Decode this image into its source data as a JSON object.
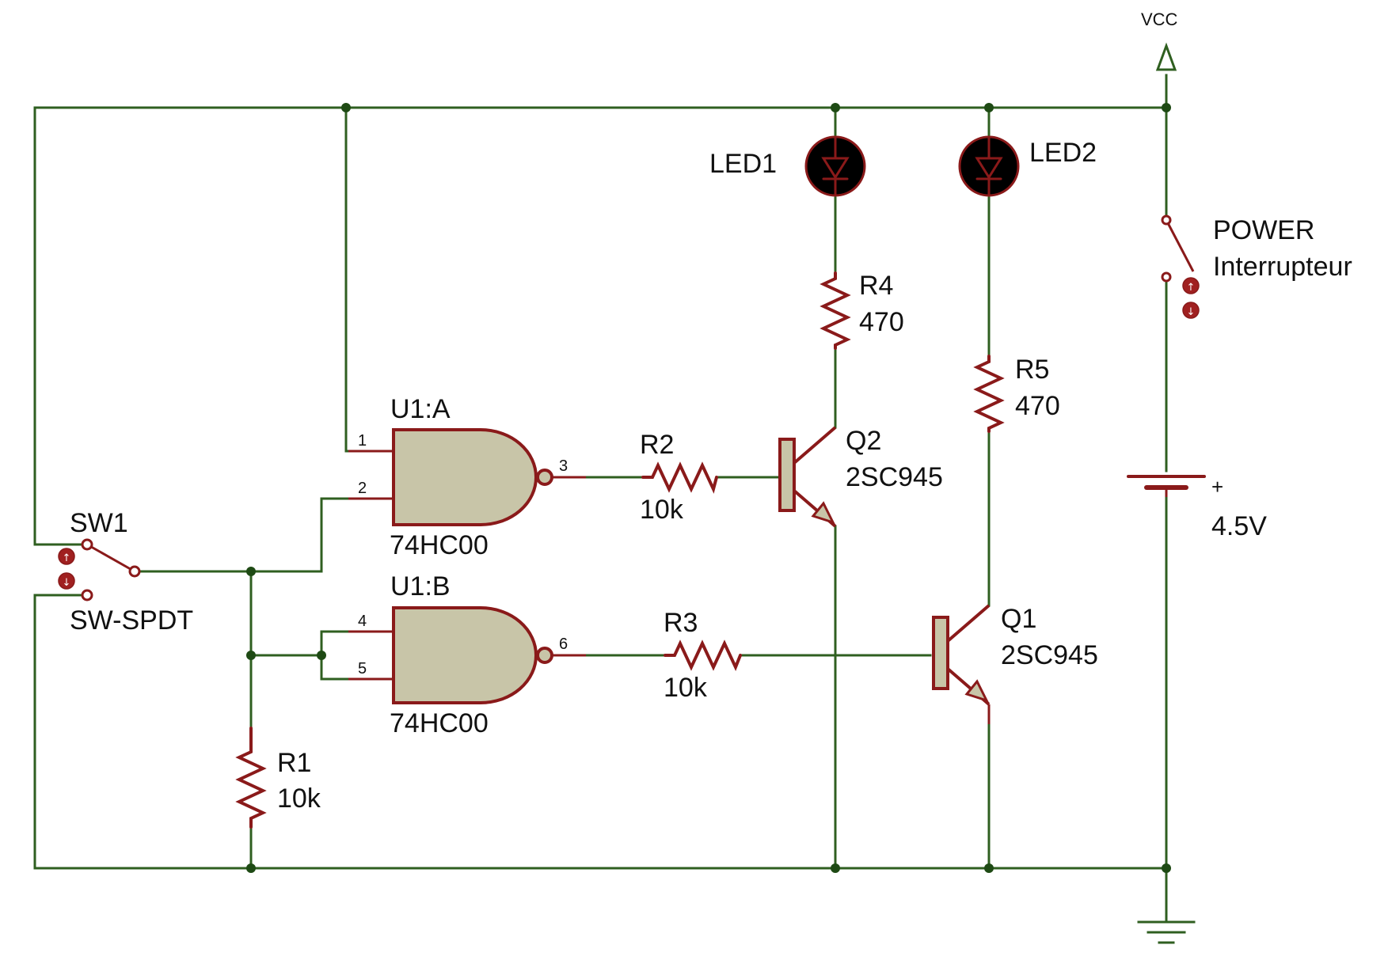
{
  "supply": {
    "vcc_label": "VCC"
  },
  "components": {
    "sw1": {
      "ref": "SW1",
      "value": "SW-SPDT"
    },
    "u1a": {
      "ref": "U1:A",
      "value": "74HC00",
      "pin_in1": "1",
      "pin_in2": "2",
      "pin_out": "3"
    },
    "u1b": {
      "ref": "U1:B",
      "value": "74HC00",
      "pin_in1": "4",
      "pin_in2": "5",
      "pin_out": "6"
    },
    "r1": {
      "ref": "R1",
      "value": "10k"
    },
    "r2": {
      "ref": "R2",
      "value": "10k"
    },
    "r3": {
      "ref": "R3",
      "value": "10k"
    },
    "r4": {
      "ref": "R4",
      "value": "470"
    },
    "r5": {
      "ref": "R5",
      "value": "470"
    },
    "led1": {
      "ref": "LED1"
    },
    "led2": {
      "ref": "LED2"
    },
    "q1": {
      "ref": "Q1",
      "value": "2SC945"
    },
    "q2": {
      "ref": "Q2",
      "value": "2SC945"
    },
    "power_switch": {
      "ref": "POWER",
      "value": "Interrupteur"
    },
    "battery": {
      "polarity": "+",
      "value": "4.5V"
    }
  },
  "colors": {
    "wire": "#2f5f20",
    "component": "#8a1a1a",
    "gate_fill": "#c8c5a8",
    "junction": "#1e4a14"
  }
}
